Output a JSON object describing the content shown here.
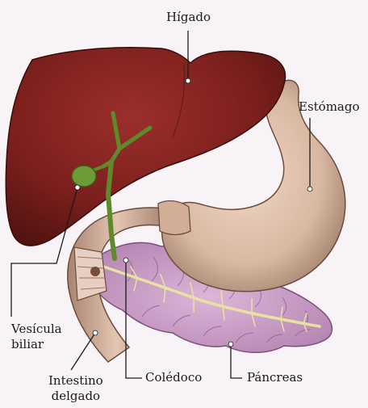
{
  "labels": {
    "liver": "Hígado",
    "stomach": "Estómago",
    "gallbladder_line1": "Vesícula",
    "gallbladder_line2": "biliar",
    "intestine_line1": "Intestino",
    "intestine_line2": "delgado",
    "bile_duct": "Colédoco",
    "pancreas": "Páncreas"
  },
  "colors": {
    "background": "#f8f3f6",
    "liver": "#7a1f1c",
    "stomach": "#d8b8a2",
    "pancreas": "#c79ac4",
    "bile_ducts": "#5e8a2c",
    "pancreatic_duct": "#e8e2a0",
    "intestine": "#d7b59c",
    "leader_lines": "#1b1b1b"
  }
}
